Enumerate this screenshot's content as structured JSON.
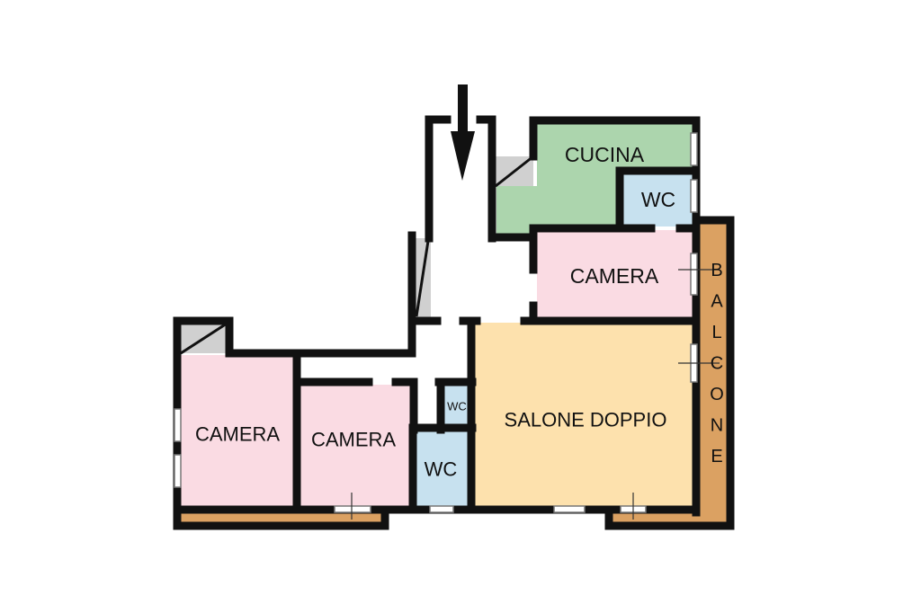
{
  "colors": {
    "camera": "#fadbe3",
    "cucina": "#acd5ad",
    "wc": "#c7e1ef",
    "salone": "#fde1ad",
    "balcone": "#dba162",
    "closet": "#d0d0d0",
    "wall": "#111111",
    "corridor": "#ffffff"
  },
  "rooms": {
    "cucina": "CUCINA",
    "wc_kitchen": "WC",
    "camera_top_right": "CAMERA",
    "salone": "SALONE DOPPIO",
    "camera_left": "CAMERA",
    "camera_mid": "CAMERA",
    "wc_small": "WC",
    "wc_bottom": "WC"
  },
  "balcone_letters": [
    "B",
    "A",
    "L",
    "C",
    "O",
    "N",
    "E"
  ],
  "entrance_marker": "arrow-down-icon"
}
